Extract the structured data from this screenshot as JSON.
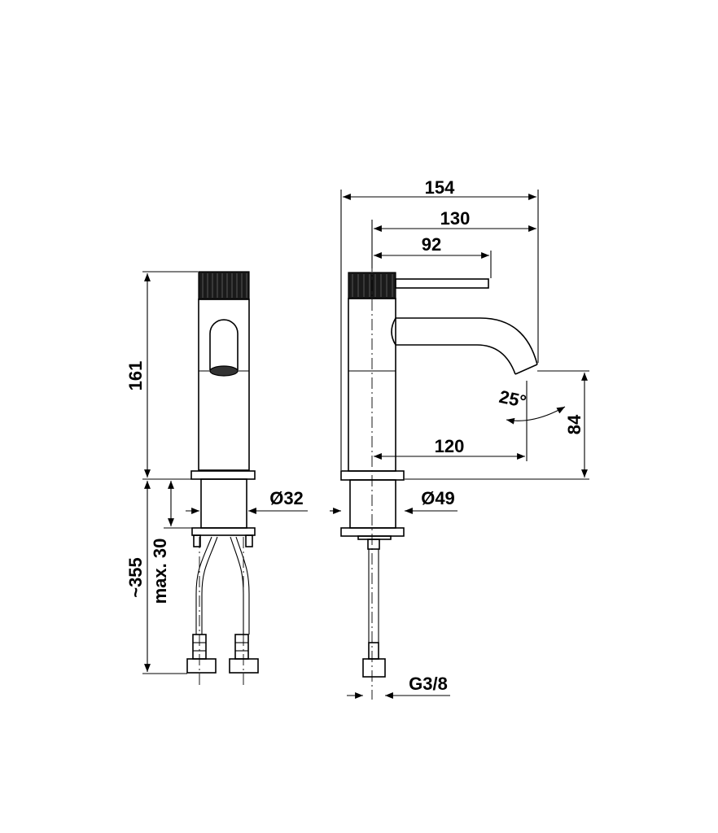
{
  "dimensions": {
    "overall_width": "154",
    "spout_reach": "130",
    "handle_length": "92",
    "hole_to_outlet": "120",
    "height": "161",
    "outlet_height": "84",
    "hose_length": "~355",
    "max_thickness": "max. 30",
    "shank_diameter": "Ø32",
    "base_diameter": "Ø49",
    "connection": "G3/8",
    "outlet_angle": "25°"
  }
}
